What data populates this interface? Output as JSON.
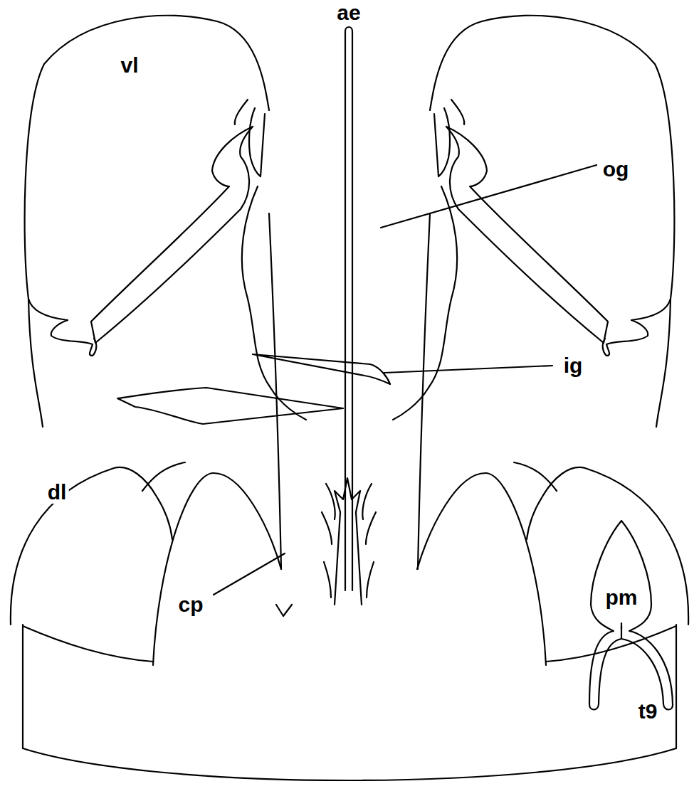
{
  "diagram": {
    "labels": [
      "ae",
      "vl",
      "og",
      "ig",
      "dl",
      "cp",
      "pm",
      "t9"
    ]
  }
}
